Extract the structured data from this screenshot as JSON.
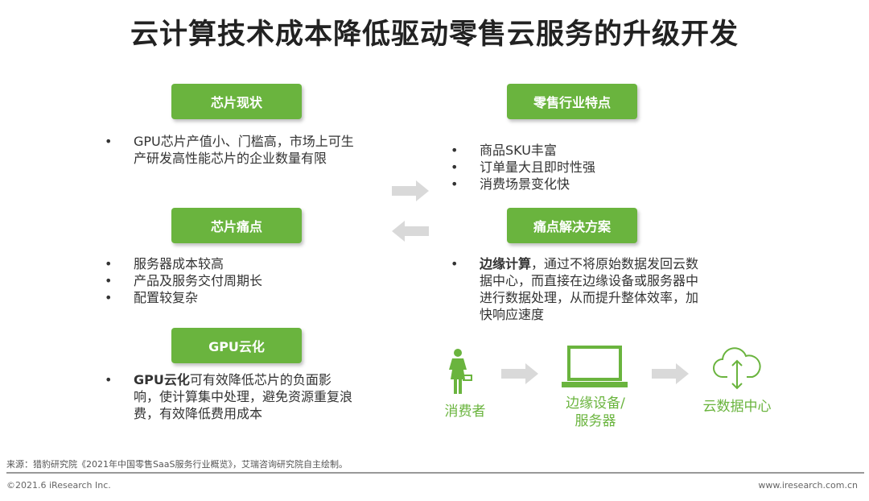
{
  "title": "云计算技术成本降低驱动零售云服务的升级开发",
  "left": {
    "chip_status": {
      "label": "芯片现状",
      "items": [
        "GPU芯片产值小、门槛高，市场上可生产研发高性能芯片的企业数量有限"
      ]
    },
    "chip_pain": {
      "label": "芯片痛点",
      "items": [
        "服务器成本较高",
        "产品及服务交付周期长",
        "配置较复杂"
      ]
    },
    "gpu_cloud": {
      "label": "GPU云化",
      "items_bold": "GPU云化",
      "items_rest": "可有效降低芯片的负面影响，使计算集中处理，避免资源重复浪费，有效降低费用成本"
    }
  },
  "right": {
    "retail": {
      "label": "零售行业特点",
      "items": [
        "商品SKU丰富",
        "订单量大且即时性强",
        "消费场景变化快"
      ]
    },
    "solution": {
      "label": "痛点解决方案",
      "bold": "边缘计算",
      "rest": "，通过不将原始数据发回云数据中心，而直接在边缘设备或服务器中进行数据处理，从而提升整体效率，加快响应速度"
    }
  },
  "flow": {
    "consumer": "消费者",
    "edge_line1": "边缘设备/",
    "edge_line2": "服务器",
    "cloud": "云数据中心"
  },
  "source": "来源：猎豹研究院《2021年中国零售SaaS服务行业概览》，艾瑞咨询研究院自主绘制。",
  "copyright": "©2021.6 iResearch Inc.",
  "website": "www.iresearch.com.cn",
  "colors": {
    "green": "#6ab43e",
    "arrow": "#d9d9d9"
  }
}
